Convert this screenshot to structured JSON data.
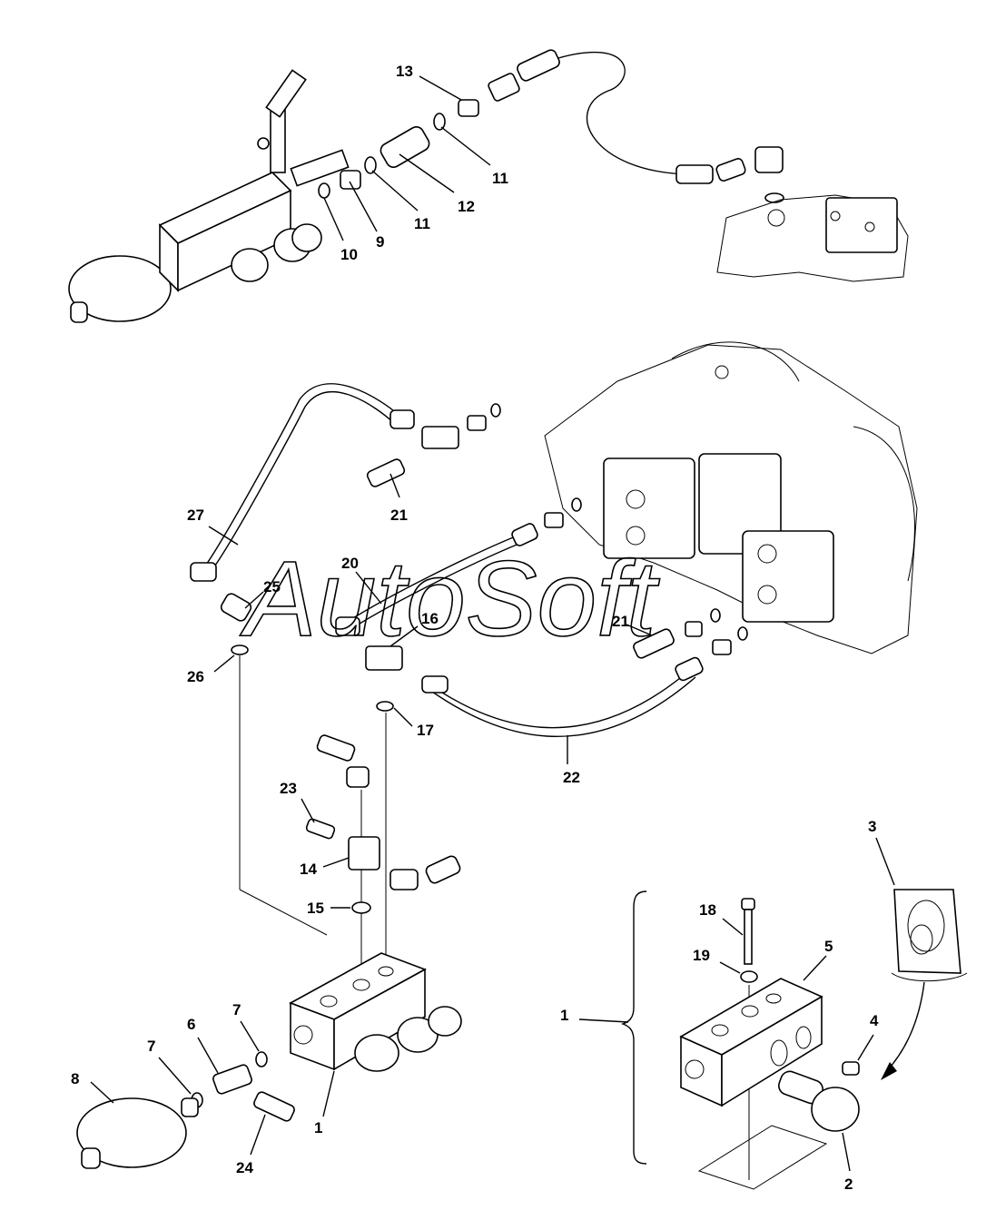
{
  "watermark": "AutoSoft",
  "labels": {
    "l13": "13",
    "l11a": "11",
    "l11b": "11",
    "l12": "12",
    "l9": "9",
    "l10": "10",
    "l27": "27",
    "l21a": "21",
    "l21b": "21",
    "l20": "20",
    "l25": "25",
    "l16": "16",
    "l26": "26",
    "l17": "17",
    "l22": "22",
    "l23": "23",
    "l14": "14",
    "l15": "15",
    "l7a": "7",
    "l7b": "7",
    "l6": "6",
    "l8": "8",
    "l1a": "1",
    "l24": "24",
    "l18": "18",
    "l19": "19",
    "l5": "5",
    "l3": "3",
    "l4": "4",
    "l1b": "1",
    "l2": "2"
  }
}
